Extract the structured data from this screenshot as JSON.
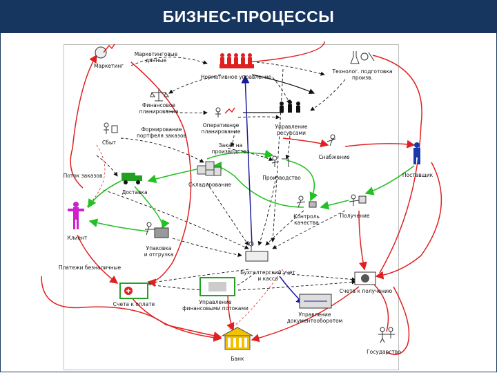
{
  "title": "БИЗНЕС-ПРОЦЕССЫ",
  "nodes": {
    "marketing": "Маркетинг",
    "marketing_data": [
      "Маркетинговые",
      "данные"
    ],
    "normative": "Нормативное управление",
    "tech_prep": [
      "Технолог. подготовка",
      "произв."
    ],
    "fin_planning": [
      "Финансовое",
      "планирование"
    ],
    "op_planning": [
      "Оперативное",
      "планирование"
    ],
    "resources": [
      "Управление",
      "ресурсами"
    ],
    "sales": "Сбыт",
    "portfolio": [
      "Формирование",
      "портфеля заказов"
    ],
    "production_order": [
      "Заказ на",
      "производство"
    ],
    "supply": "Снабжение",
    "supplier": "Поставщик",
    "orders": "Поток заказов",
    "storage": "Складирование",
    "production": "Производство",
    "delivery": "Доставка",
    "client": "Клиент",
    "quality": [
      "Контроль",
      "качества"
    ],
    "receiving": "Получение",
    "packing": [
      "Упаковка",
      "и отгрузка"
    ],
    "cashless": "Платежи безналичные",
    "accounting": [
      "Бухгалтерский учет",
      "и касса"
    ],
    "invoice_pay": "Счета к оплате",
    "fin_flows": [
      "Управление",
      "финансовыми потоками"
    ],
    "invoice_recv": "Счета к получению",
    "docflow": [
      "Управление",
      "документооборотом"
    ],
    "bank": "Банк",
    "state": "Государство"
  },
  "colors": {
    "header": "#16365f",
    "red": "#e02020",
    "green": "#22c022",
    "blue": "#1a1aa0",
    "black": "#111111",
    "magenta": "#d020d0",
    "gold": "#f2c200"
  }
}
